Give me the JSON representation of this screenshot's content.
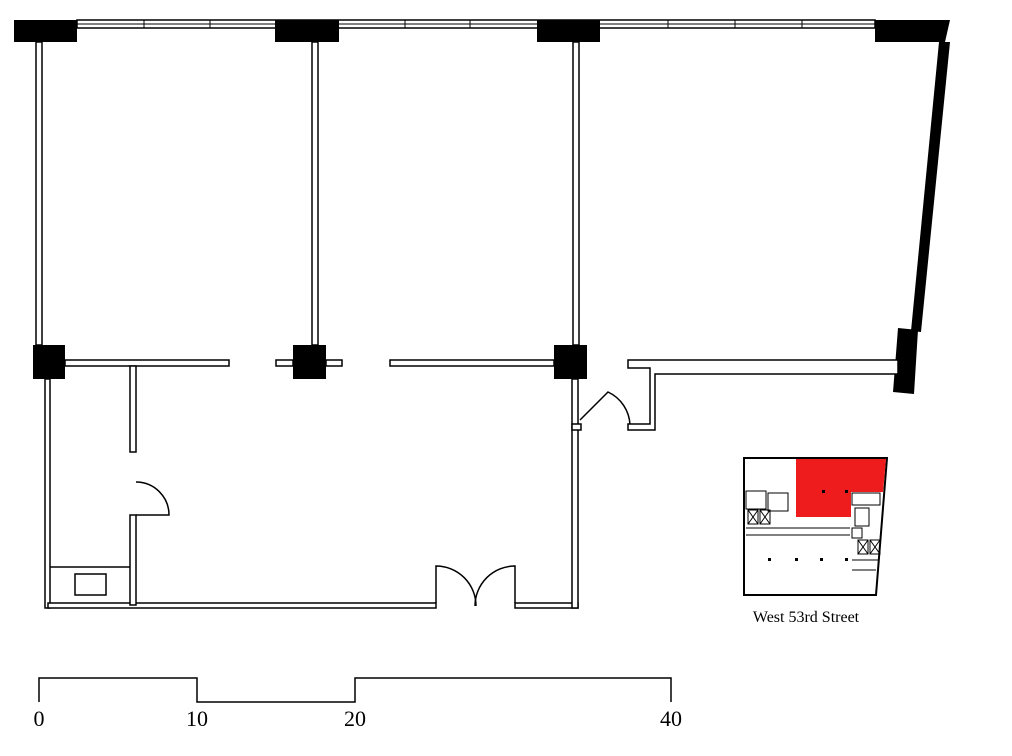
{
  "floor_plan": {
    "colors": {
      "wall": "#000000",
      "background": "#ffffff",
      "highlight": "#ee1c1c"
    }
  },
  "key_plan": {
    "street_label": "West 53rd Street"
  },
  "scale_bar": {
    "labels": [
      "0",
      "10",
      "20",
      "40"
    ]
  }
}
